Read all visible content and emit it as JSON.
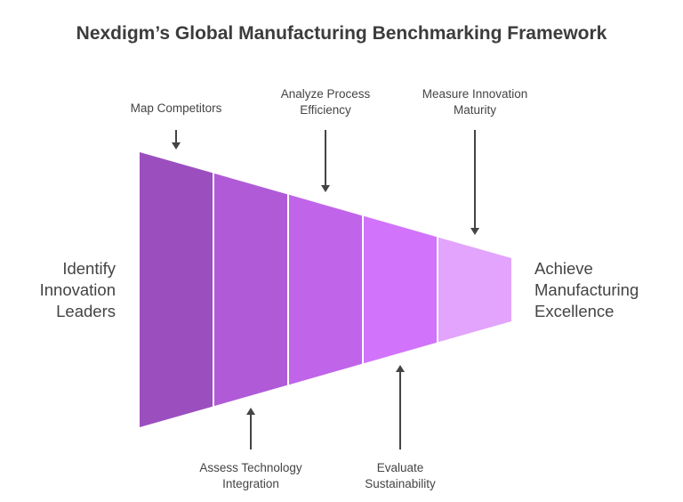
{
  "title": "Nexdigm’s Global Manufacturing Benchmarking Framework",
  "start_label": [
    "Identify",
    "Innovation",
    "Leaders"
  ],
  "end_label": [
    "Achieve",
    "Manufacturing",
    "Excellence"
  ],
  "stages": [
    {
      "color": "#9b4fbf"
    },
    {
      "color": "#b05ad8"
    },
    {
      "color": "#c064ea"
    },
    {
      "color": "#d274fb"
    },
    {
      "color": "#e2a4fc"
    }
  ],
  "top_labels": [
    {
      "lines": [
        "Map Competitors"
      ]
    },
    {
      "lines": [
        "Analyze Process",
        "Efficiency"
      ]
    },
    {
      "lines": [
        "Measure Innovation",
        "Maturity"
      ]
    }
  ],
  "bottom_labels": [
    {
      "lines": [
        "Assess Technology",
        "Integration"
      ]
    },
    {
      "lines": [
        "Evaluate",
        "Sustainability"
      ]
    }
  ]
}
